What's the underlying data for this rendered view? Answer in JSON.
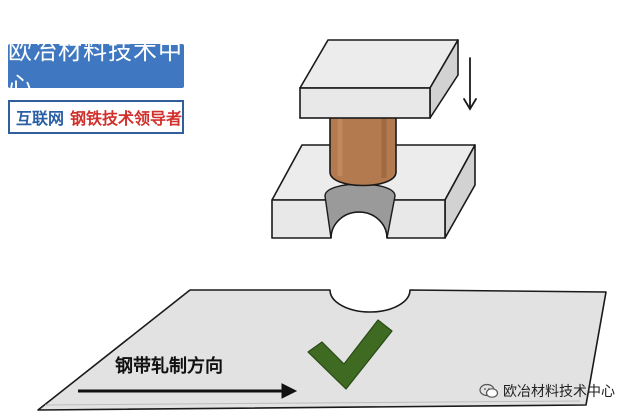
{
  "brand": {
    "title": "欧冶材料技术中心",
    "subtitle_left": "互联网",
    "subtitle_right": "钢铁技术领导者"
  },
  "diagram": {
    "direction_label": "钢带轧制方向",
    "watermark": "欧冶材料技术中心",
    "icons": [
      "down-arrow-icon",
      "check-mark-icon",
      "wechat-icon"
    ]
  },
  "colors": {
    "brand_blue": "#3f78c0",
    "subtitle_red": "#d0312d",
    "punch_brown": "#b27a4e",
    "check_green": "#3f6a22",
    "sheet_gray": "#e2e2e2"
  }
}
